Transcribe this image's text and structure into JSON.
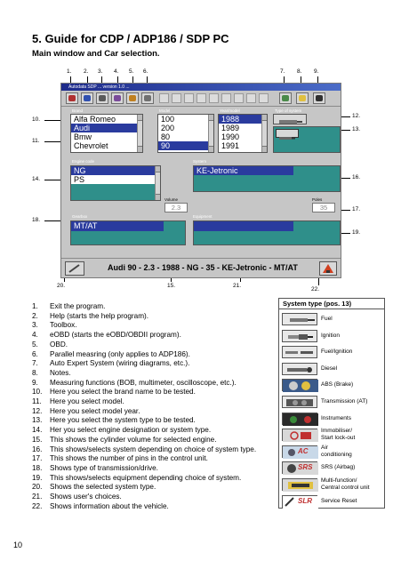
{
  "page": {
    "heading": "5. Guide for CDP / ADP186 / SDP PC",
    "subheading": "Main window and Car selection.",
    "page_number": "10"
  },
  "callouts": {
    "c1": "1.",
    "c2": "2.",
    "c3": "3.",
    "c4": "4.",
    "c5": "5.",
    "c6": "6.",
    "c7": "7.",
    "c8": "8.",
    "c9": "9.",
    "c10": "10.",
    "c11": "11.",
    "c12": "12.",
    "c13": "13.",
    "c14": "14.",
    "c16": "16.",
    "c17": "17.",
    "c18": "18.",
    "c19": "19.",
    "c20": "20.",
    "c15": "15.",
    "c21": "21.",
    "c22": "22."
  },
  "window": {
    "title": "Autodata SDP ... version 1.0 ...",
    "labels": {
      "brand": "Brand",
      "model": "Model",
      "year": "Year/model",
      "system_type": "Type of system",
      "engine_code": "Engine code",
      "system": "System",
      "volume": "Volume",
      "pins": "Poles",
      "gearbox": "Gearbox",
      "equipment": "Equipment"
    },
    "brands": [
      "Alfa Romeo",
      "Audi",
      "Bmw",
      "Chevrolet"
    ],
    "models": [
      "100",
      "200",
      "80",
      "90"
    ],
    "years": [
      "1988",
      "1989",
      "1990",
      "1991"
    ],
    "engine_codes": [
      "NG",
      "PS"
    ],
    "system_value": "KE-Jetronic",
    "volume_value": "2.3",
    "pins_value": "35",
    "gearbox_value": "MT/AT",
    "status_text": "Audi 90 - 2.3 - 1988 - NG - 35 - KE-Jetronic - MT/AT",
    "colors": {
      "selection": "#2a3b9e",
      "teal": "#2f8f8a",
      "chrome": "#c6c6c6"
    }
  },
  "list_items": [
    {
      "n": "1.",
      "text": "Exit the program."
    },
    {
      "n": "2.",
      "text": "Help (starts the help program)."
    },
    {
      "n": "3.",
      "text": "Toolbox."
    },
    {
      "n": "4.",
      "text": "eOBD (starts the eOBD/OBDII program)."
    },
    {
      "n": "5.",
      "text": "OBD."
    },
    {
      "n": "6.",
      "text": "Parallel measring (only applies to ADP186)."
    },
    {
      "n": "7.",
      "text": "Auto Expert System (wiring diagrams, etc.)."
    },
    {
      "n": "8.",
      "text": "Notes."
    },
    {
      "n": "9.",
      "text": "Measuring functions (BOB, multimeter, oscilloscope, etc.)."
    },
    {
      "n": "10.",
      "text": "Here you select the brand name to be tested."
    },
    {
      "n": "11.",
      "text": "Here you select model."
    },
    {
      "n": "12.",
      "text": "Here you select model year."
    },
    {
      "n": "13.",
      "text": "Here you select the system type to be tested."
    },
    {
      "n": "14.",
      "text": "Her you select engine designation or system type."
    },
    {
      "n": "15.",
      "text": "This shows the cylinder volume for selected engine."
    },
    {
      "n": "16.",
      "text": "This shows/selects system depending on choice of system type."
    },
    {
      "n": "17.",
      "text": "This shows the number of pins in the control unit."
    },
    {
      "n": "18.",
      "text": "Shows type of transmission/drive."
    },
    {
      "n": "19.",
      "text": "This shows/selects equipment depending choice of system."
    },
    {
      "n": "20.",
      "text": "Shows the selected system type."
    },
    {
      "n": "21.",
      "text": "Shows user's choices."
    },
    {
      "n": "22.",
      "text": "Shows information about the vehicle."
    }
  ],
  "system_types": {
    "title": "System type (pos. 13)",
    "items": [
      {
        "label": "Fuel",
        "icon": "fuel-injector-icon"
      },
      {
        "label": "Ignition",
        "icon": "spark-plug-icon"
      },
      {
        "label": "Fuel/Ignition",
        "icon": "fuel-ignition-icon"
      },
      {
        "label": "Diesel",
        "icon": "diesel-injector-icon"
      },
      {
        "label": "ABS (Brake)",
        "icon": "abs-icon"
      },
      {
        "label": "Transmission (AT)",
        "icon": "transmission-icon"
      },
      {
        "label": "Instruments",
        "icon": "instruments-icon"
      },
      {
        "label": "Immobiliser/\nStart lock-out",
        "icon": "immobiliser-icon"
      },
      {
        "label": "Air\nconditioning",
        "icon": "ac-icon",
        "icon_text": "AC"
      },
      {
        "label": "SRS (Airbag)",
        "icon": "airbag-icon",
        "icon_text": "SRS"
      },
      {
        "label": "Multi-function/\nCentral control unit",
        "icon": "multifunction-icon"
      },
      {
        "label": "Service Reset",
        "icon": "service-reset-icon",
        "icon_text": "SLR"
      }
    ]
  }
}
